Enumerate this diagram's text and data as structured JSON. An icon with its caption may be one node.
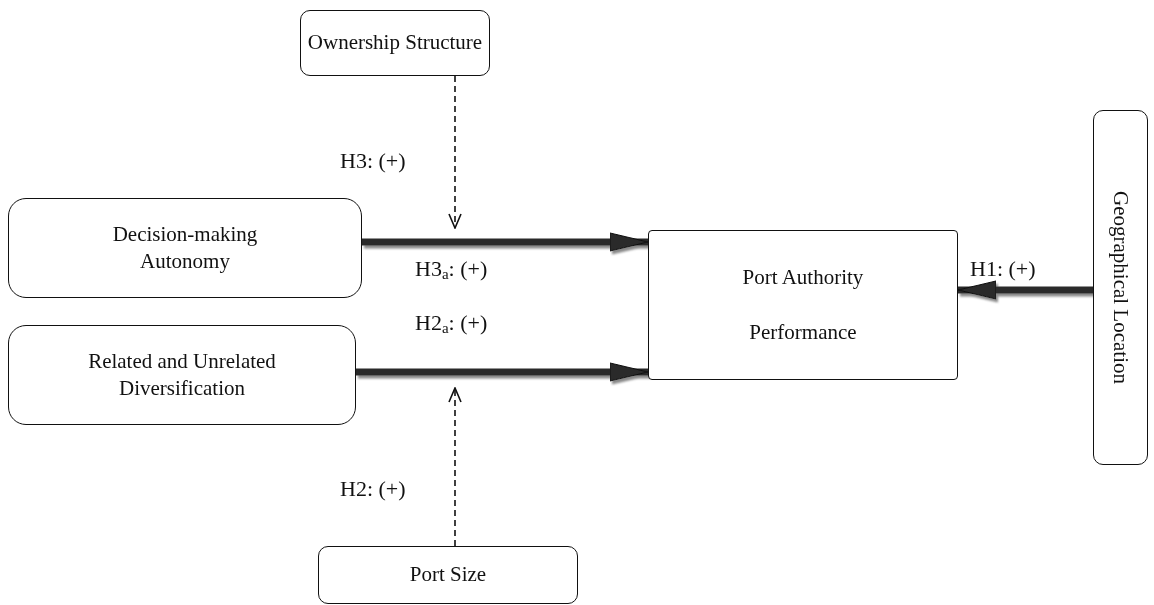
{
  "diagram": {
    "nodes": [
      {
        "text": [
          "Ownership Structure"
        ]
      },
      {
        "text": [
          "Decision-making Autonomy"
        ]
      },
      {
        "text": [
          "Port Authority Performance"
        ]
      },
      {
        "text": [
          "Geographical Location"
        ]
      },
      {
        "text": [
          "Related and Unrelated Diversification"
        ]
      },
      {
        "text": [
          "Port Size"
        ]
      }
    ],
    "edges": [
      {
        "from": 1,
        "to": 2,
        "arrow": "to",
        "label": "H3$_{a}$: (+)"
      },
      {
        "from": 4,
        "to": 2,
        "arrow": "to",
        "label": "H2$_{a}$: (+)"
      },
      {
        "from": 3,
        "to": 2,
        "arrow": "to",
        "label": "H1: (+)"
      },
      {
        "from": 0,
        "to": null,
        "arrow": "to",
        "label": "H3: (+)",
        "style": "dashed"
      },
      {
        "from": 5,
        "to": null,
        "arrow": "to",
        "label": "H2: (+)",
        "style": "dashed"
      }
    ]
  }
}
